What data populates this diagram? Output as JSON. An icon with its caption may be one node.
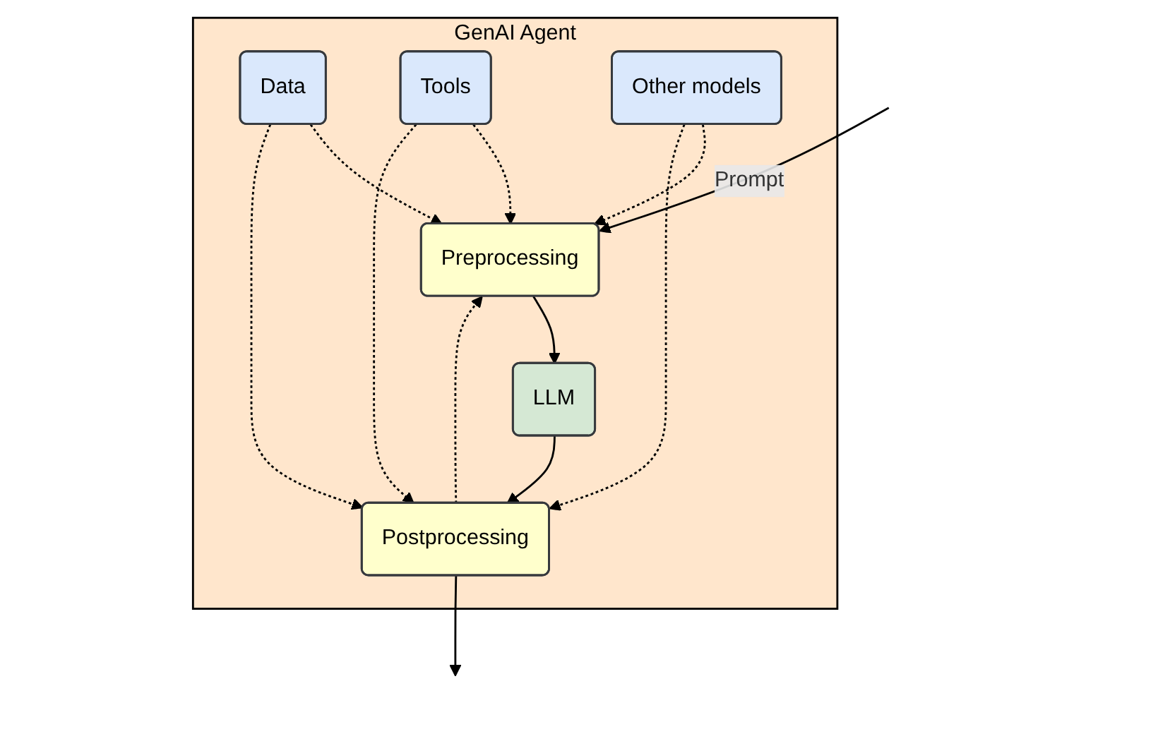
{
  "diagram": {
    "nodes": [
      {
        "text": [
          "GenAI Agent"
        ]
      },
      {
        "text": [
          "Preprocessing"
        ],
        "in": 0
      },
      {
        "text": [
          "LLM"
        ],
        "in": 0
      },
      {
        "text": [
          "Postprocessing"
        ],
        "in": 0
      },
      {
        "text": [
          "Data"
        ],
        "in": 0
      },
      {
        "text": [
          "Tools"
        ],
        "in": 0
      },
      {
        "text": [
          "Other models"
        ],
        "in": 0
      }
    ],
    "edges": [
      {
        "from": null,
        "to": 1,
        "arrow": "to",
        "label": "Prompt"
      },
      {
        "from": 1,
        "to": 2,
        "arrow": "to"
      },
      {
        "from": 2,
        "to": 3,
        "arrow": "to"
      },
      {
        "from": 3,
        "to": null,
        "arrow": "to"
      },
      {
        "from": 3,
        "to": 1,
        "arrow": "to",
        "style": "dashed"
      },
      {
        "from": 4,
        "to": 1,
        "arrow": "to",
        "style": "dashed"
      },
      {
        "from": 5,
        "to": 1,
        "arrow": "to",
        "style": "dashed"
      },
      {
        "from": 6,
        "to": 1,
        "arrow": "to",
        "style": "dashed"
      },
      {
        "from": 4,
        "to": 3,
        "arrow": "to",
        "style": "dashed"
      },
      {
        "from": 5,
        "to": 3,
        "arrow": "to",
        "style": "dashed"
      },
      {
        "from": 6,
        "to": 3,
        "arrow": "to",
        "style": "dashed"
      }
    ]
  }
}
